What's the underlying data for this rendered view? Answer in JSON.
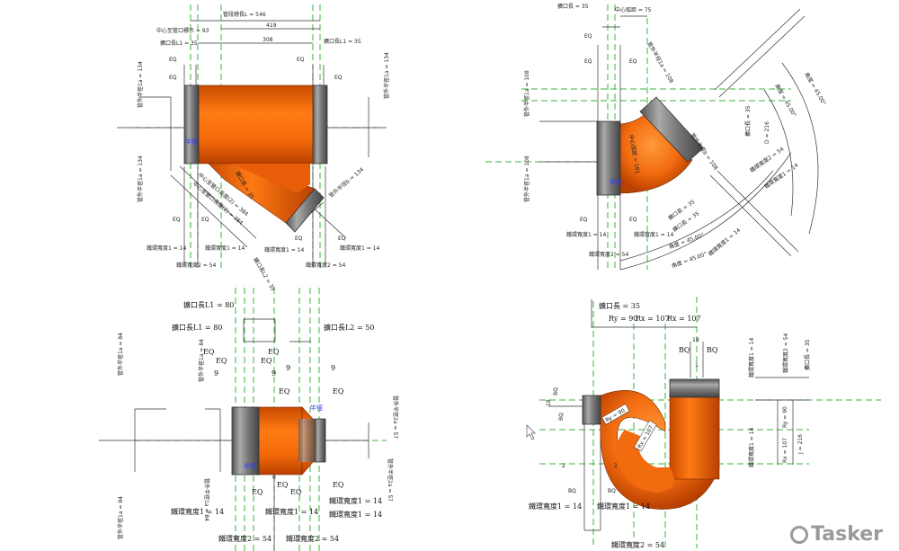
{
  "colors": {
    "pipe": "#f26b0f",
    "collar": "#8a8a8a",
    "reference": "#3bb33b",
    "annotation": "#2a3cff"
  },
  "wye": {
    "total_length": "管段總長L = 546",
    "dim_419": "419",
    "dim_308": "308",
    "center_offset": "中心至管口標示 = 93",
    "socket_l1_left": "擴口長L1 = 35",
    "socket_l1_right": "擴口長L1 = 35",
    "outer_radius_left": "管外半徑1a = 134",
    "outer_radius_right": "管外半徑1a = 134",
    "outer_radius_branch": "管外半徑b = 134",
    "branch_len1": "中心至管口長度(2) = 384",
    "branch_len2": "中心至管口長度(2) = 384",
    "branch_socket": "擴口長 = 35",
    "branch_socket2": "擴口長L2 = 35",
    "ring1_left": "鐵環寬度1 = 14",
    "ring1_mid": "鐵環寬度1 = 14",
    "ring2_left": "鐵環寬度2 = 54",
    "ring1_branch": "鐵環寬度1 = 14",
    "ring1_right": "鐵環寬度1 = 14",
    "ring2_right": "鐵環寬度2 = 54",
    "eq": "EQ",
    "radius_tag": "半徑"
  },
  "elbow": {
    "socket": "擴口長 = 35",
    "center_arc": "中心弧距 = 75",
    "outer_radius_a": "管外半徑1a = 108",
    "outer_radius_left": "管外半徑1a = 108",
    "outer_radius_b": "管外半徑b = 108",
    "center_tag": "中心弧距 = 181",
    "angle1": "角度 = 45.00°",
    "angle2": "角度 = 45.00°",
    "angle3": "角度 = 45.00°",
    "angle4": "角度 = 45.00°",
    "d": "D = 216",
    "socket_b1": "擴口長 = 35",
    "socket_b2": "擴口長 = 35",
    "socket_b3": "擴口長 = 35",
    "ring2_diag": "鐵環寬度2 = 54",
    "ring1_diag": "鐵環寬度1 = 14",
    "ring1_diag2": "鐵環寬度1 = 14",
    "ring1_left": "鐵環寬度1 = 14",
    "ring1_right": "鐵環寬度1 = 14",
    "ring2": "鐵環寬度2 = 54",
    "eq": "EQ",
    "radius_tag": "半徑"
  },
  "reducer": {
    "socket_l1_top": "擴口長L1 = 80",
    "socket_l1": "擴口長L1 = 80",
    "socket_l2": "擴口長L2 = 50",
    "outer_radius_far": "管外半徑1a = 84",
    "outer_radius_near": "管外半徑1a = 84",
    "outer_radius_small": "管外半徑2a = 57",
    "outer_radius_far_b": "管外半徑1a = 84",
    "outer_radius_near_b": "管外半徑1a = 84",
    "outer_radius_small_b": "管外半徑2a = 57",
    "ring1_a": "鐵環寬度1 = 14",
    "ring1_b": "鐵環寬度1 = 14",
    "ring1_c": "鐵環寬度1 = 14",
    "ring1_d": "鐵環寬度1 = 14",
    "ring2_a": "鐵環寬度2 = 54",
    "ring2_b": "鐵環寬度2 = 54",
    "eq": "EQ",
    "nine": "9",
    "zero": "0",
    "radius_tag": "半徑"
  },
  "ptrap": {
    "socket": "擴口長 = 35",
    "ry": "Ry = 90",
    "rx1": "Rx = 107",
    "rx2": "Rx = 107",
    "n18a": "18",
    "n18b": "18",
    "bq": "BQ",
    "ring1_v1": "鐵環寬度1 = 14",
    "ring2_v": "鐵環寬度2 = 54",
    "socket_v": "擴口長 = 35",
    "ring1_v2": "鐵環寬度1 = 14",
    "ry_v": "Ry = 90",
    "rx_v": "Rx = 107",
    "j": "J = 216",
    "ry_tag": "Ry = 90",
    "rx_tag": "Rx = 107",
    "ring1_bl": "鐵環寬度1 = 14",
    "ring1_br": "鐵環寬度1 = 14",
    "ring2_b": "鐵環寬度2 = 54",
    "two": "2",
    "one": "1"
  },
  "watermark": {
    "brand": "Tasker"
  }
}
